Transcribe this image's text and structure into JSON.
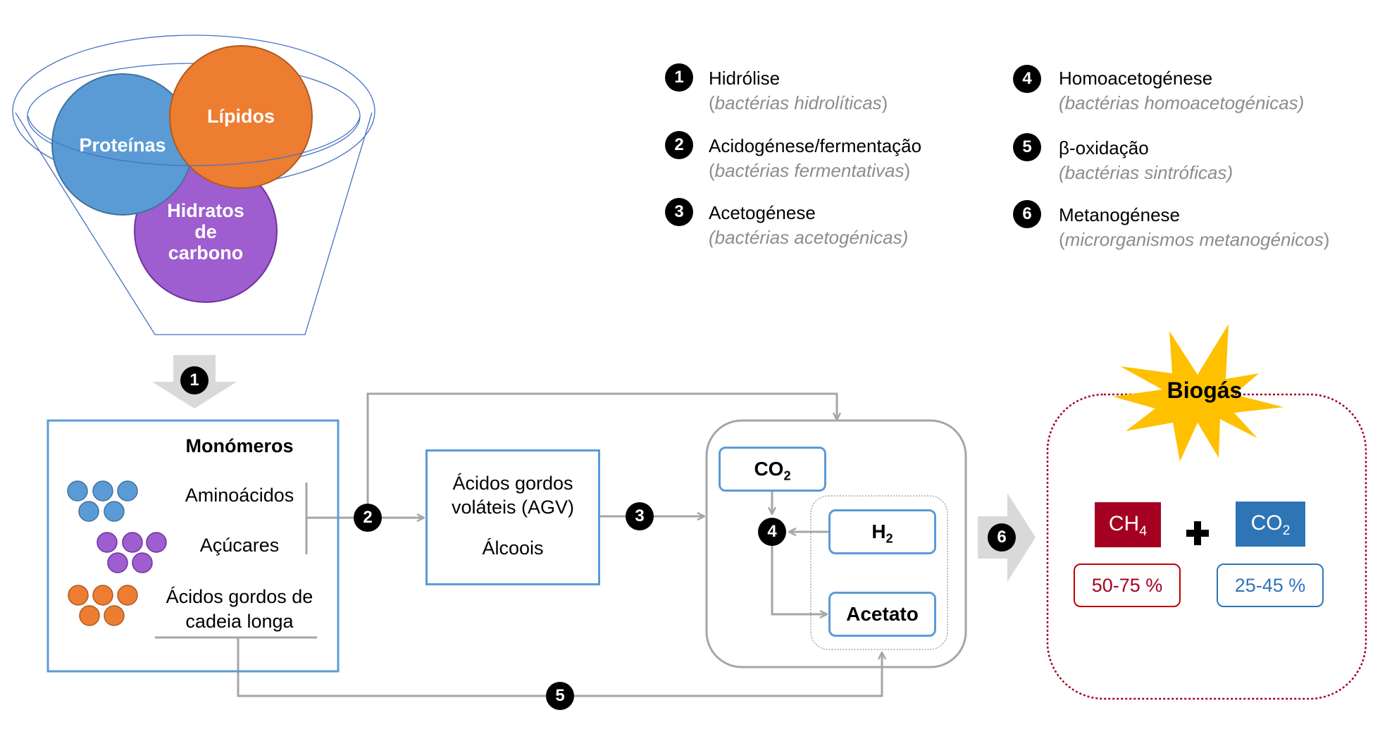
{
  "legend": [
    {
      "num": "1",
      "title": "Hidrólise",
      "organism": "bactérias hidrolíticas"
    },
    {
      "num": "2",
      "title": "Acidogénese/fermentação",
      "organism": "bactérias fermentativas"
    },
    {
      "num": "3",
      "title": "Acetogénese",
      "organism": "bactérias acetogénicas"
    },
    {
      "num": "4",
      "title": "Homoacetogénese",
      "organism": "bactérias homoacetogénicas"
    },
    {
      "num": "5",
      "title": "β-oxidação",
      "organism": "bactérias sintróficas"
    },
    {
      "num": "6",
      "title": "Metanogénese",
      "organism": "microrganismos metanogénicos"
    }
  ],
  "funnel": {
    "proteins": "Proteínas",
    "lipids": "Lípidos",
    "carbs_line1": "Hidratos",
    "carbs_line2": "de",
    "carbs_line3": "carbono"
  },
  "monomers": {
    "title": "Monómeros",
    "amino": "Aminoácidos",
    "sugars": "Açúcares",
    "lcfa_line1": "Ácidos gordos de",
    "lcfa_line2": "cadeia longa"
  },
  "agv": {
    "line1": "Ácidos gordos",
    "line2": "voláteis (AGV)",
    "line3": "Álcoois"
  },
  "intermediates": {
    "co2_main": "CO",
    "co2_sub": "2",
    "h2_main": "H",
    "h2_sub": "2",
    "acetate": "Acetato"
  },
  "steps": {
    "s1": "1",
    "s2": "2",
    "s3": "3",
    "s4": "4",
    "s5": "5",
    "s6": "6"
  },
  "biogas": {
    "title": "Biogás",
    "ch4_main": "CH",
    "ch4_sub": "4",
    "co2_main": "CO",
    "co2_sub": "2",
    "plus": "+",
    "ch4_pct": "50-75 %",
    "co2_pct": "25-45 %"
  },
  "colors": {
    "proteins": "#5b9bd5",
    "lipids": "#ed7d31",
    "carbs": "#9e5ecf",
    "box_border": "#5b9bd5",
    "connector": "#a6a6a6",
    "ch4": "#a50021",
    "co2": "#2e75b6",
    "star": "#ffc000",
    "biogas_border": "#a50021"
  }
}
